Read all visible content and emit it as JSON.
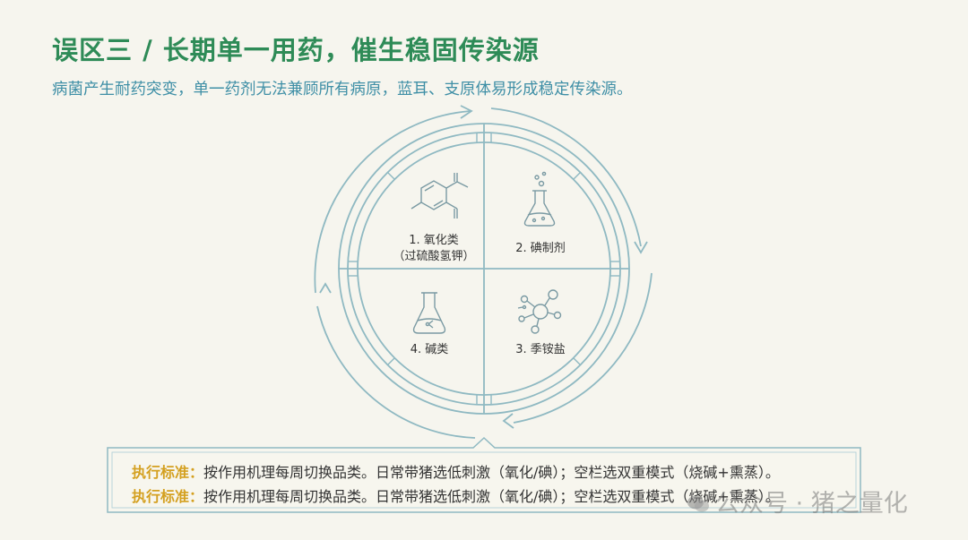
{
  "header": {
    "title": "误区三 / 长期单一用药，催生稳固传染源",
    "subtitle": "病菌产生耐药突变，单一药剂无法兼顾所有病原，蓝耳、支原体易形成稳定传染源。"
  },
  "cycle": {
    "quadrants": [
      {
        "line1": "1. 氧化类",
        "line2": "（过硫酸氢钾）",
        "icon": "molecule-structure-icon"
      },
      {
        "line1": "2. 碘制剂",
        "icon": "flask-icon"
      },
      {
        "line1": "3. 季铵盐",
        "icon": "molecule-network-icon"
      },
      {
        "line1": "4. 碱类",
        "icon": "beaker-icon"
      }
    ]
  },
  "callout": {
    "lines": [
      {
        "label": "执行标准：",
        "text": "按作用机理每周切换品类。日常带猪选低刺激（氧化/碘）；空栏选双重模式（烧碱+熏蒸）。"
      },
      {
        "label": "执行标准：",
        "text": "按作用机理每周切换品类。日常带猪选低刺激（氧化/碘）；空栏选双重模式（烧碱+熏蒸）。"
      }
    ]
  },
  "watermark": {
    "text": "公众号 · 猪之量化"
  },
  "colors": {
    "title": "#2e8b57",
    "subtitle": "#3f8fa6",
    "line": "#8fb9c2",
    "label": "#d4a020"
  }
}
